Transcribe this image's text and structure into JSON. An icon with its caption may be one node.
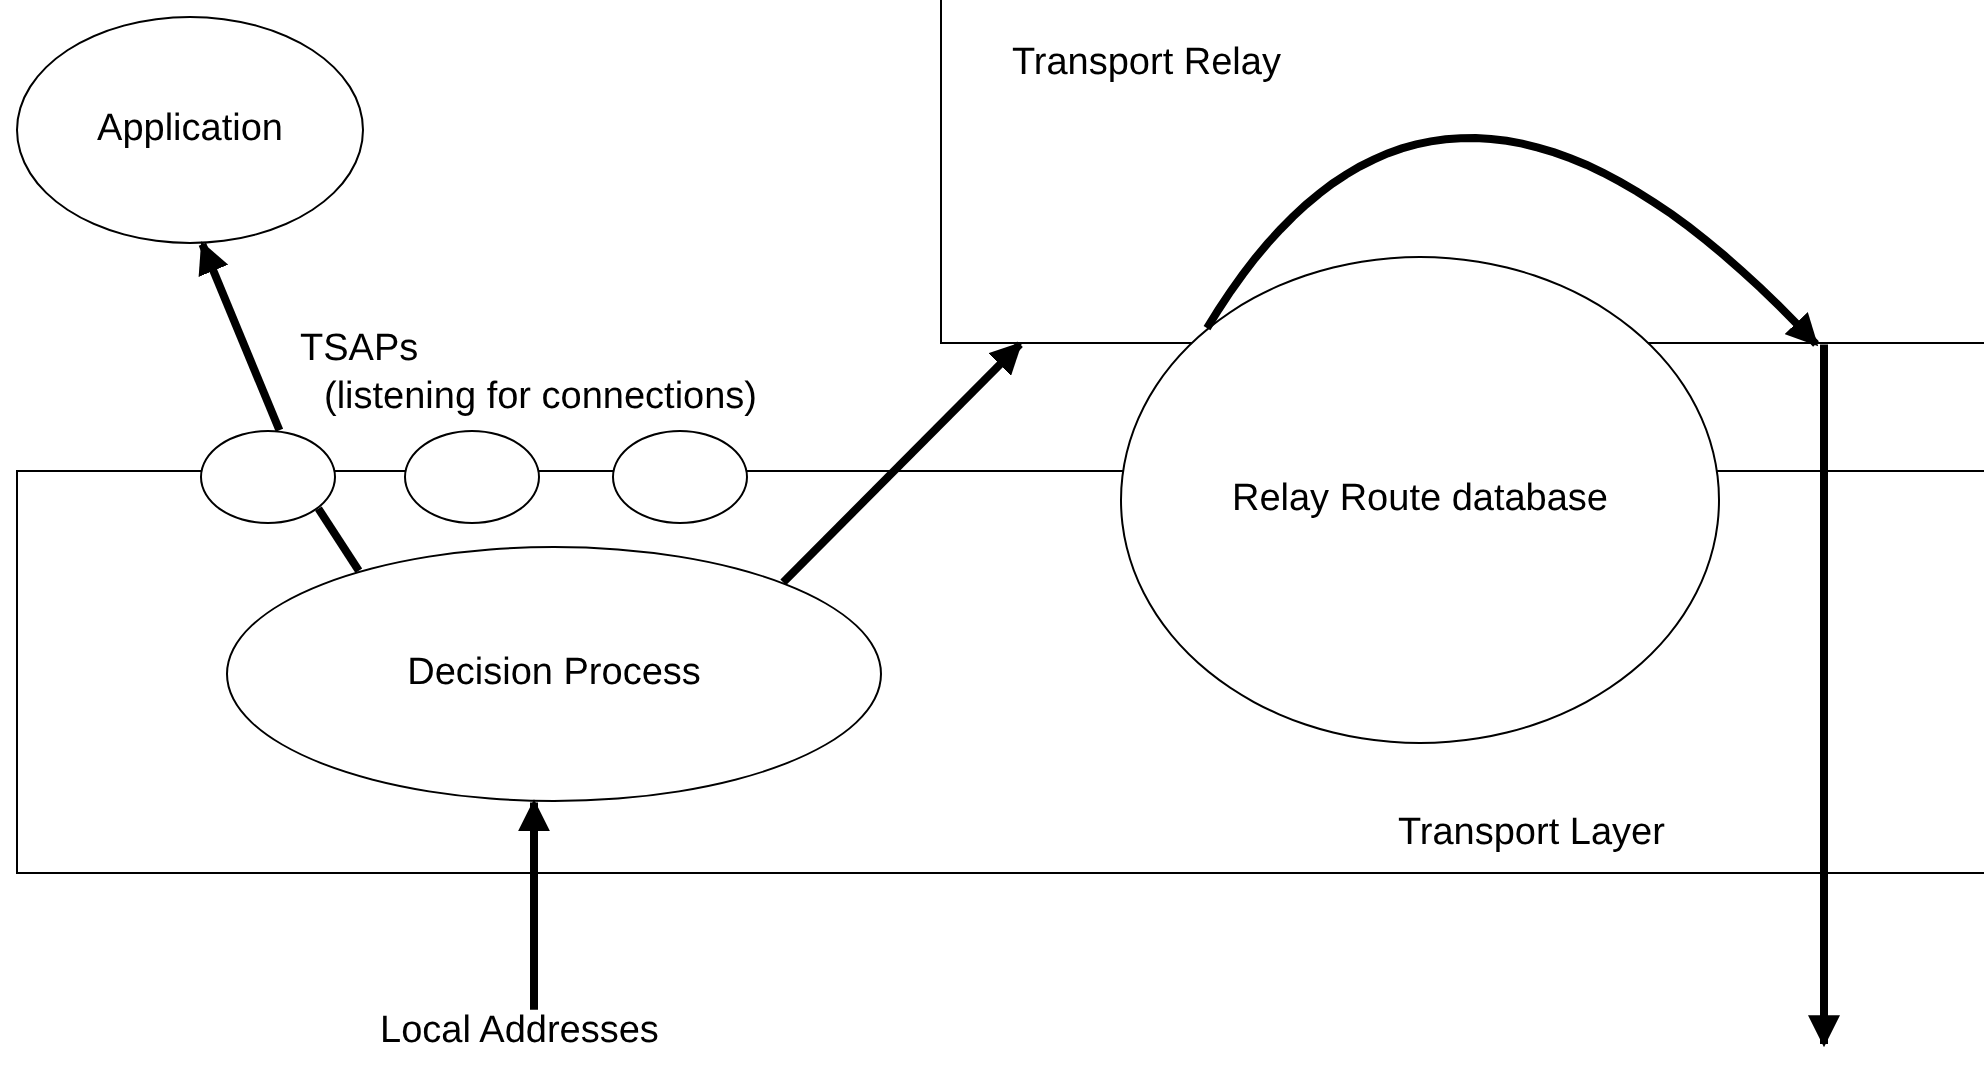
{
  "diagram": {
    "nodes": [
      {
        "text": [
          "Application"
        ]
      },
      {
        "text": [
          "Transport Relay"
        ]
      },
      {
        "text": [
          "Transport Layer"
        ]
      },
      {
        "text": [],
        "shape": "ellipse"
      },
      {
        "text": [],
        "shape": "ellipse"
      },
      {
        "text": [],
        "shape": "ellipse"
      },
      {
        "text": [
          "Relay Route database"
        ]
      },
      {
        "text": [
          "Decision Process"
        ],
        "in": 2
      },
      {
        "text": [
          "Local Addresses"
        ]
      }
    ],
    "edges": [
      {
        "from": 7,
        "to": 3,
        "arrow": "none"
      },
      {
        "from": 3,
        "to": 0,
        "arrow": "to"
      },
      {
        "from": 6,
        "to": 1,
        "arrow": "to"
      },
      {
        "from": 7,
        "to": 1,
        "arrow": "to"
      },
      {
        "from": 8,
        "to": 7,
        "arrow": "to"
      },
      {
        "from": 1,
        "to": null,
        "arrow": "to"
      }
    ],
    "labels": [
      "TSAPs",
      "(listening for connections)"
    ]
  }
}
